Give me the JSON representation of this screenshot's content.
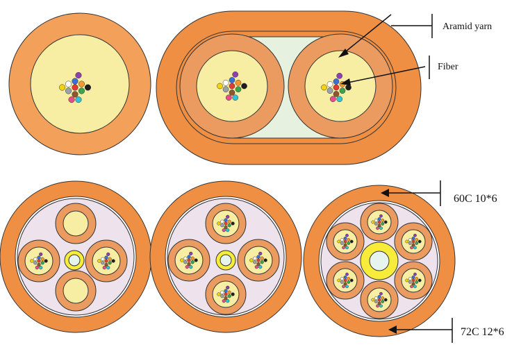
{
  "labels": {
    "aramid_yarn": "Aramid yarn",
    "fiber": "Fiber",
    "count_60": "60C 10*6",
    "count_72": "72C 12*6"
  },
  "colors": {
    "jacket_outer": "#f2a05a",
    "jacket_mid": "#ee8f43",
    "jacket_dark": "#e8873b",
    "subunit_ring": "#eb9b5f",
    "aramid_core": "#f7eea3",
    "inner_fill": "#eee3ec",
    "oval_fill": "#e6f2df",
    "center_ring": "#f7ec3a",
    "center_core": "#e7f3ee",
    "outline": "#333333"
  },
  "fiber_colors": [
    "#3b6fd8",
    "#f29a2c",
    "#3aa64b",
    "#8a5a2e",
    "#9aa3ad",
    "#ffffff",
    "#e53935",
    "#1d1d1d",
    "#f5d20c",
    "#8e3fb0",
    "#e84d8a",
    "#2ec4d6"
  ]
}
